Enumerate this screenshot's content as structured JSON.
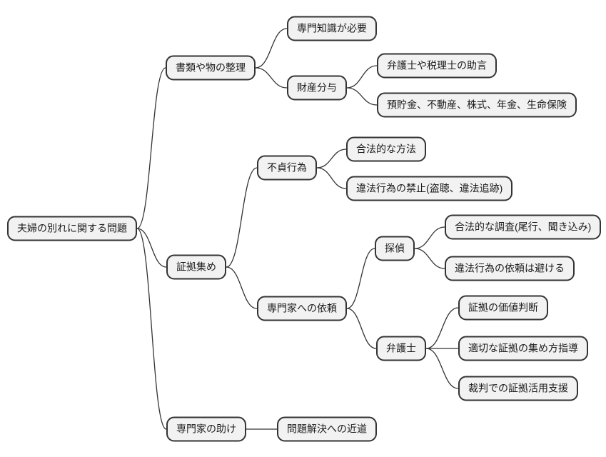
{
  "diagram": {
    "type": "mindmap",
    "direction": "left-to-right",
    "colors": {
      "background": "#ffffff",
      "node_fill": "#f2f2f2",
      "node_border": "#333333",
      "edge": "#333333",
      "text": "#1a1a1a"
    },
    "nodes": [
      {
        "id": "root",
        "label": "夫婦の別れに関する問題",
        "parent": null
      },
      {
        "id": "docs",
        "label": "書類や物の整理",
        "parent": "root"
      },
      {
        "id": "expertise",
        "label": "専門知識が必要",
        "parent": "docs"
      },
      {
        "id": "zaisan",
        "label": "財産分与",
        "parent": "docs"
      },
      {
        "id": "advice",
        "label": "弁護士や税理士の助言",
        "parent": "zaisan"
      },
      {
        "id": "assets",
        "label": "預貯金、不動産、株式、年金、生命保険",
        "parent": "zaisan"
      },
      {
        "id": "evidence",
        "label": "証拠集め",
        "parent": "root"
      },
      {
        "id": "futei",
        "label": "不貞行為",
        "parent": "evidence"
      },
      {
        "id": "legal-method",
        "label": "合法的な方法",
        "parent": "futei"
      },
      {
        "id": "illegal-ban",
        "label": "違法行為の禁止(盗聴、違法追跡)",
        "parent": "futei"
      },
      {
        "id": "expert-request",
        "label": "専門家への依頼",
        "parent": "evidence"
      },
      {
        "id": "detective",
        "label": "探偵",
        "parent": "expert-request"
      },
      {
        "id": "legal-investigation",
        "label": "合法的な調査(尾行、聞き込み)",
        "parent": "detective"
      },
      {
        "id": "avoid-illegal",
        "label": "違法行為の依頼は避ける",
        "parent": "detective"
      },
      {
        "id": "lawyer",
        "label": "弁護士",
        "parent": "expert-request"
      },
      {
        "id": "value-judgment",
        "label": "証拠の価値判断",
        "parent": "lawyer"
      },
      {
        "id": "collection-guidance",
        "label": "適切な証拠の集め方指導",
        "parent": "lawyer"
      },
      {
        "id": "court-support",
        "label": "裁判での証拠活用支援",
        "parent": "lawyer"
      },
      {
        "id": "expert-help",
        "label": "専門家の助け",
        "parent": "root"
      },
      {
        "id": "shortcut",
        "label": "問題解決への近道",
        "parent": "expert-help"
      }
    ]
  }
}
